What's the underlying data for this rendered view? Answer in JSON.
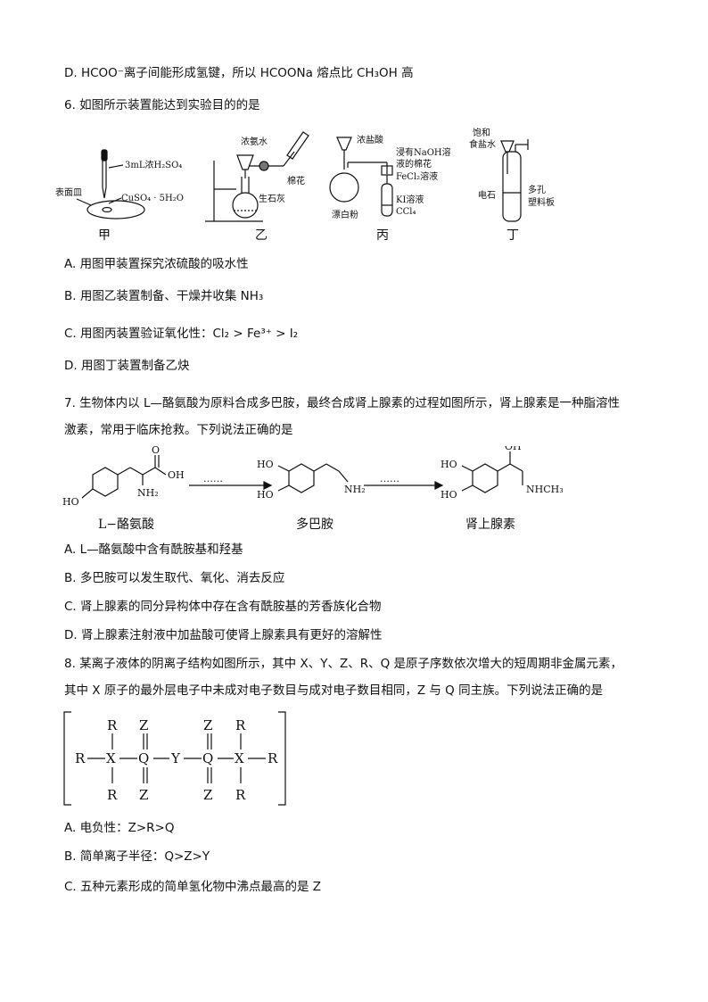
{
  "q5": {
    "option_d": "D.  HCOO⁻离子间能形成氢键，所以 HCOONa 熔点比 CH₃OH 高"
  },
  "q6": {
    "stem": "6. 如图所示装置能达到实验目的的是",
    "figure": {
      "jia": {
        "caption": "甲",
        "labels": [
          "3mL浓H₂SO₄",
          "表面皿",
          "CuSO₄ · 5H₂O"
        ]
      },
      "yi": {
        "caption": "乙",
        "labels": [
          "浓氨水",
          "棉花",
          "生石灰"
        ]
      },
      "bing": {
        "caption": "丙",
        "labels": [
          "浓盐酸",
          "浸有NaOH溶",
          "液的棉花",
          "FeCl₂溶液",
          "漂白粉",
          "KI溶液",
          "CCl₄"
        ]
      },
      "ding": {
        "caption": "丁",
        "labels": [
          "饱和",
          "食盐水",
          "电石",
          "多孔",
          "塑料板"
        ]
      }
    },
    "options": [
      "A.  用图甲装置探究浓硫酸的吸水性",
      "B.  用图乙装置制备、干燥并收集 NH₃",
      "C.  用图丙装置验证氧化性：Cl₂ > Fe³⁺ > I₂",
      "D.  用图丁装置制备乙炔"
    ]
  },
  "q7": {
    "stem_line1": "7. 生物体内以 L—酪氨酸为原料合成多巴胺，最终合成肾上腺素的过程如图所示，肾上腺素是一种脂溶性",
    "stem_line2": "激素，常用于临床抢救。下列说法正确的是",
    "figure": {
      "mol1_name": "L−酪氨酸",
      "mol2_name": "多巴胺",
      "mol3_name": "肾上腺素",
      "atoms": [
        "HO",
        "O",
        "OH",
        "NH₂",
        "HO",
        "HO",
        "NH₂",
        "HO",
        "HO",
        "OH",
        "NHCH₃"
      ],
      "arrow": "……"
    },
    "options": [
      "A. L—酪氨酸中含有酰胺基和羟基",
      "B.  多巴胺可以发生取代、氧化、消去反应",
      "C.  肾上腺素的同分异构体中存在含有酰胺基的芳香族化合物",
      "D.  肾上腺素注射液中加盐酸可使肾上腺素具有更好的溶解性"
    ]
  },
  "q8": {
    "stem_line1": "8. 某离子液体的阴离子结构如图所示，其中 X、Y、Z、R、Q 是原子序数依次增大的短周期非金属元素，",
    "stem_line2": "其中 X 原子的最外层电子中未成对电子数目与成对电子数目相同，Z 与 Q 同主族。下列说法正确的是",
    "figure": {
      "atoms": [
        "R",
        "X",
        "Q",
        "Y",
        "Q",
        "X",
        "R",
        "R",
        "R",
        "Z",
        "Z",
        "Z",
        "Z",
        "R",
        "R"
      ]
    },
    "options": [
      "A.  电负性：Z>R>Q",
      "B.  简单离子半径：Q>Z>Y",
      "C.  五种元素形成的简单氢化物中沸点最高的是 Z"
    ]
  }
}
